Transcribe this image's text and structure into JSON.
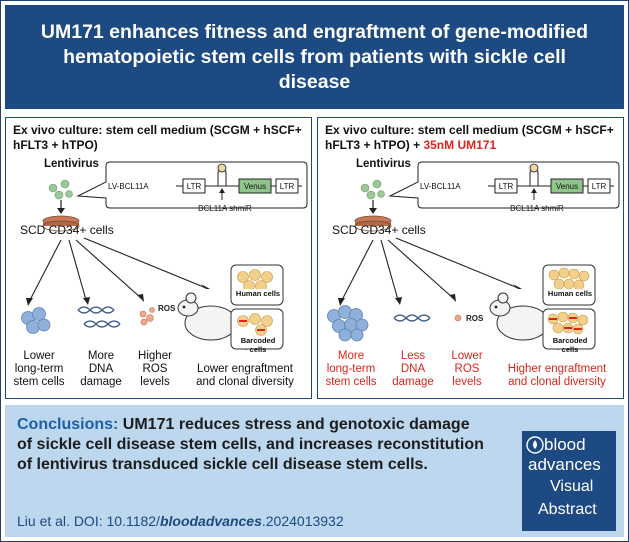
{
  "title": "UM171 enhances fitness and engraftment of gene-modified hematopoietic stem cells from patients with sickle cell disease",
  "left_panel": {
    "header": "Ex vivo culture: stem cell medium (SCGM + hSCF+ hFLT3 + hTPO)",
    "lentivirus": "Lentivirus",
    "construct_name": "LV-BCL11A",
    "ltr": "LTR",
    "venus": "Venus",
    "shmir": "BCL11A shmiR",
    "cells": "SCD CD34+ cells",
    "human_cells": "Human cells",
    "barcoded_cells": "Barcoded cells",
    "ros": "ROS",
    "outcomes": [
      {
        "l1": "Lower",
        "l2": "long-term",
        "l3": "stem cells"
      },
      {
        "l1": "More",
        "l2": "DNA",
        "l3": "damage"
      },
      {
        "l1": "Higher",
        "l2": "ROS",
        "l3": "levels"
      },
      {
        "l1": "Lower engraftment",
        "l2": "and clonal diversity",
        "l3": ""
      }
    ]
  },
  "right_panel": {
    "header_a": "Ex vivo culture: stem cell medium (SCGM + hSCF+ hFLT3 + hTPO) + ",
    "header_red": "35nM UM171",
    "lentivirus": "Lentivirus",
    "construct_name": "LV-BCL11A",
    "ltr": "LTR",
    "venus": "Venus",
    "shmir": "BCL11A shmiR",
    "cells": "SCD CD34+ cells",
    "human_cells": "Human cells",
    "barcoded_cells": "Barcoded cells",
    "ros": "ROS",
    "outcomes": [
      {
        "l1": "More",
        "l2": "long-term",
        "l3": "stem cells"
      },
      {
        "l1": "Less",
        "l2": "DNA",
        "l3": "damage"
      },
      {
        "l1": "Lower",
        "l2": "ROS",
        "l3": "levels"
      },
      {
        "l1": "Higher engraftment",
        "l2": "and clonal diversity",
        "l3": ""
      }
    ]
  },
  "conclusion": {
    "label": "Conclusions:",
    "text": " UM171 reduces stress and genotoxic damage of sickle cell disease stem cells, and increases reconstitution of lentivirus transduced sickle cell disease stem cells."
  },
  "citation": {
    "prefix": "Liu et al. DOI: 10.1182/",
    "journal": "bloodadvances",
    "suffix": ".2024013932"
  },
  "logo": {
    "line1": "blood",
    "line2": "advances",
    "line3": "Visual",
    "line4": "Abstract"
  },
  "colors": {
    "navy": "#1d4a82",
    "red": "#d9261c",
    "conclusion_bg": "#bcd7ee",
    "venus_green": "#8fc48a"
  }
}
